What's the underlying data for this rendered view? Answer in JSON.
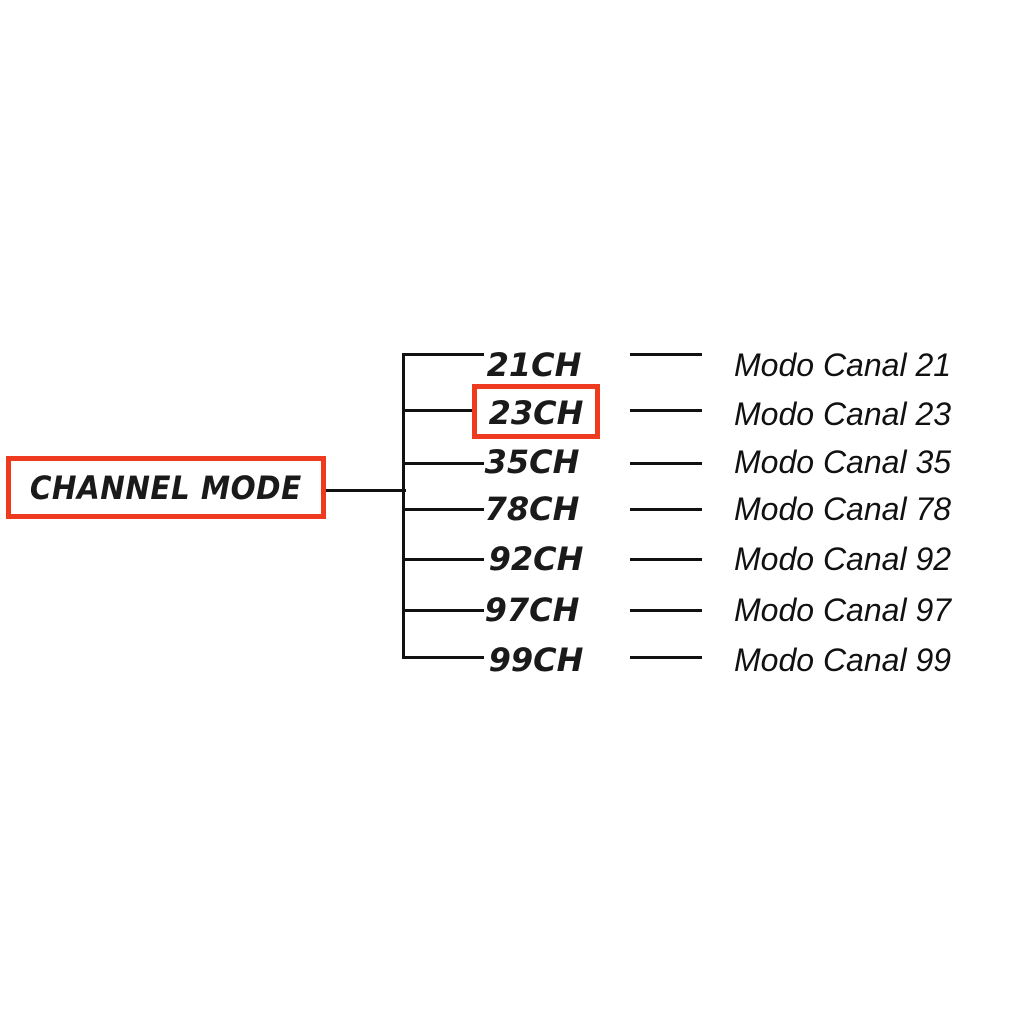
{
  "root": {
    "label": "CHANNEL MODE",
    "highlighted": true
  },
  "highlight_color": "#ee3a1f",
  "modes": [
    {
      "channel": "21CH",
      "description": "Modo Canal 21",
      "highlighted": false
    },
    {
      "channel": "23CH",
      "description": "Modo Canal 23",
      "highlighted": true
    },
    {
      "channel": "35CH",
      "description": "Modo Canal 35",
      "highlighted": false
    },
    {
      "channel": "78CH",
      "description": "Modo Canal 78",
      "highlighted": false
    },
    {
      "channel": "92CH",
      "description": "Modo Canal 92",
      "highlighted": false
    },
    {
      "channel": "97CH",
      "description": "Modo Canal 97",
      "highlighted": false
    },
    {
      "channel": "99CH",
      "description": "Modo Canal 99",
      "highlighted": false
    }
  ]
}
